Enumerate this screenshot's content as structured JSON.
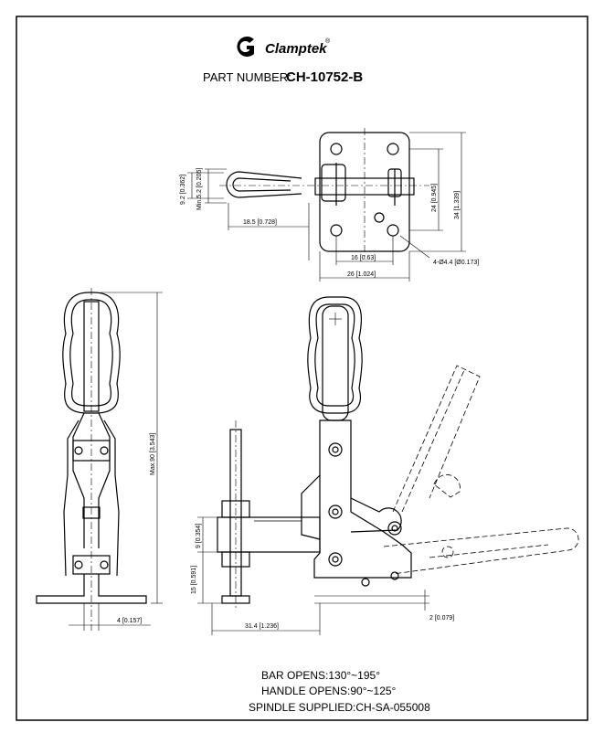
{
  "header": {
    "brand": "Clamptek",
    "registered_mark": "®",
    "part_number_label": "PART NUMBER:",
    "part_number": "CH-10752-B"
  },
  "dimensions": {
    "top_view": {
      "d_9_2": "9.2 [0.362]",
      "d_min_5_2": "Min.5.2 [0.205]",
      "d_18_5": "18.5 [0.728]",
      "d_16": "16 [0.63]",
      "d_26": "26 [1.024]",
      "d_24": "24 [0.945]",
      "d_34": "34 [1.339]",
      "holes": "4-Ø4.4 [Ø0.173]"
    },
    "front_view": {
      "max_90": "Max.90 [3.543]",
      "d_4": "4 [0.157]"
    },
    "side_view": {
      "d_9": "9 [0.354]",
      "d_15": "15 [0.591]",
      "d_31_4": "31.4 [1.236]",
      "d_2": "2 [0.079]"
    }
  },
  "notes": {
    "bar_opens": "BAR OPENS:130°~195°",
    "handle_opens": "HANDLE OPENS:90°~125°",
    "spindle": "SPINDLE SUPPLIED:CH-SA-055008"
  }
}
